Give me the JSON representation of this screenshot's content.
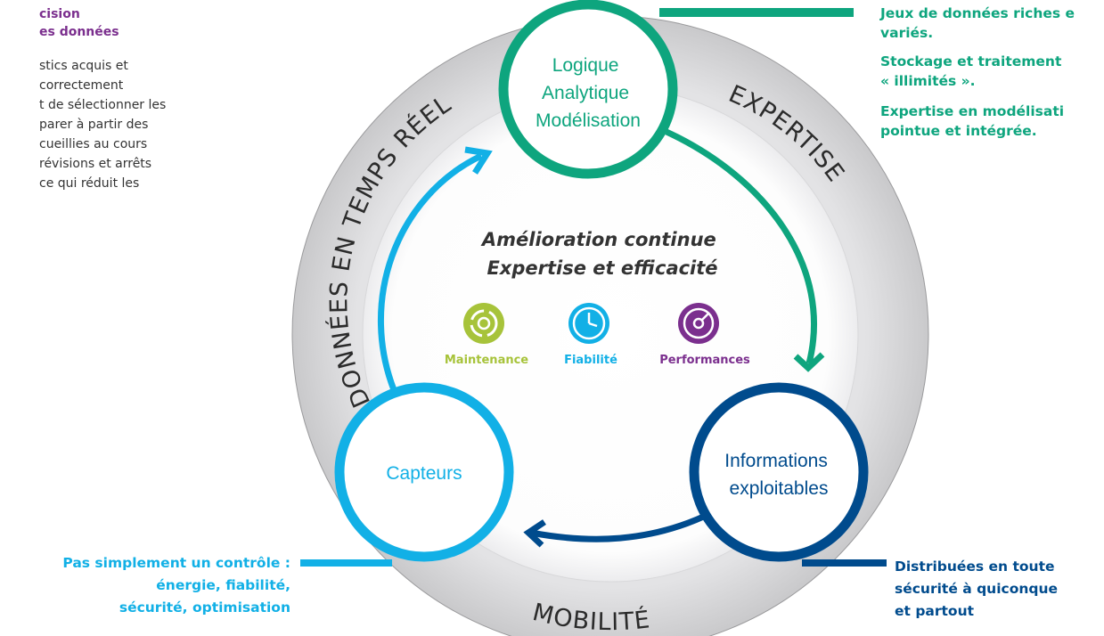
{
  "left_panel": {
    "heading_lines": [
      "cision",
      "es données"
    ],
    "body_lines": [
      "stics acquis et",
      "correctement",
      "t de sélectionner les",
      "parer à partir des",
      "cueillies au cours",
      "révisions et arrêts",
      "ce qui réduit les"
    ]
  },
  "right_panel": {
    "lines": [
      "Jeux de données riches e",
      "variés.",
      "Stockage et traitement",
      "« illimités ».",
      "Expertise en modélisati",
      "pointue et intégrée."
    ]
  },
  "bottom_left": {
    "lines": [
      "Pas simplement un contrôle :",
      "énergie, fiabilité,",
      "sécurité, optimisation"
    ]
  },
  "bottom_right": {
    "lines": [
      "Distribuées en toute",
      "sécurité à quiconque",
      "et partout"
    ]
  },
  "ring_labels": {
    "left_arc": "DONNÉES EN TEMPS RÉEL",
    "right_arc": "EXPERTISE",
    "bottom_arc": "MOBILITÉ"
  },
  "nodes": {
    "top": {
      "lines": [
        "Logique",
        "Analytique",
        "Modélisation"
      ],
      "color": "#0ea57e"
    },
    "left": {
      "lines": [
        "Capteurs"
      ],
      "color": "#12b0e6"
    },
    "right": {
      "lines": [
        "Informations",
        "exploitables"
      ],
      "color": "#004b8d"
    }
  },
  "center": {
    "title_lines": [
      "Amélioration continue",
      "Expertise et efficacité"
    ]
  },
  "icons": [
    {
      "label": "Maintenance",
      "color": "#a7c33a",
      "icon": "maintenance-icon"
    },
    {
      "label": "Fiabilité",
      "color": "#12b0e6",
      "icon": "clock-icon"
    },
    {
      "label": "Performances",
      "color": "#7b2f8e",
      "icon": "gauge-icon"
    }
  ]
}
